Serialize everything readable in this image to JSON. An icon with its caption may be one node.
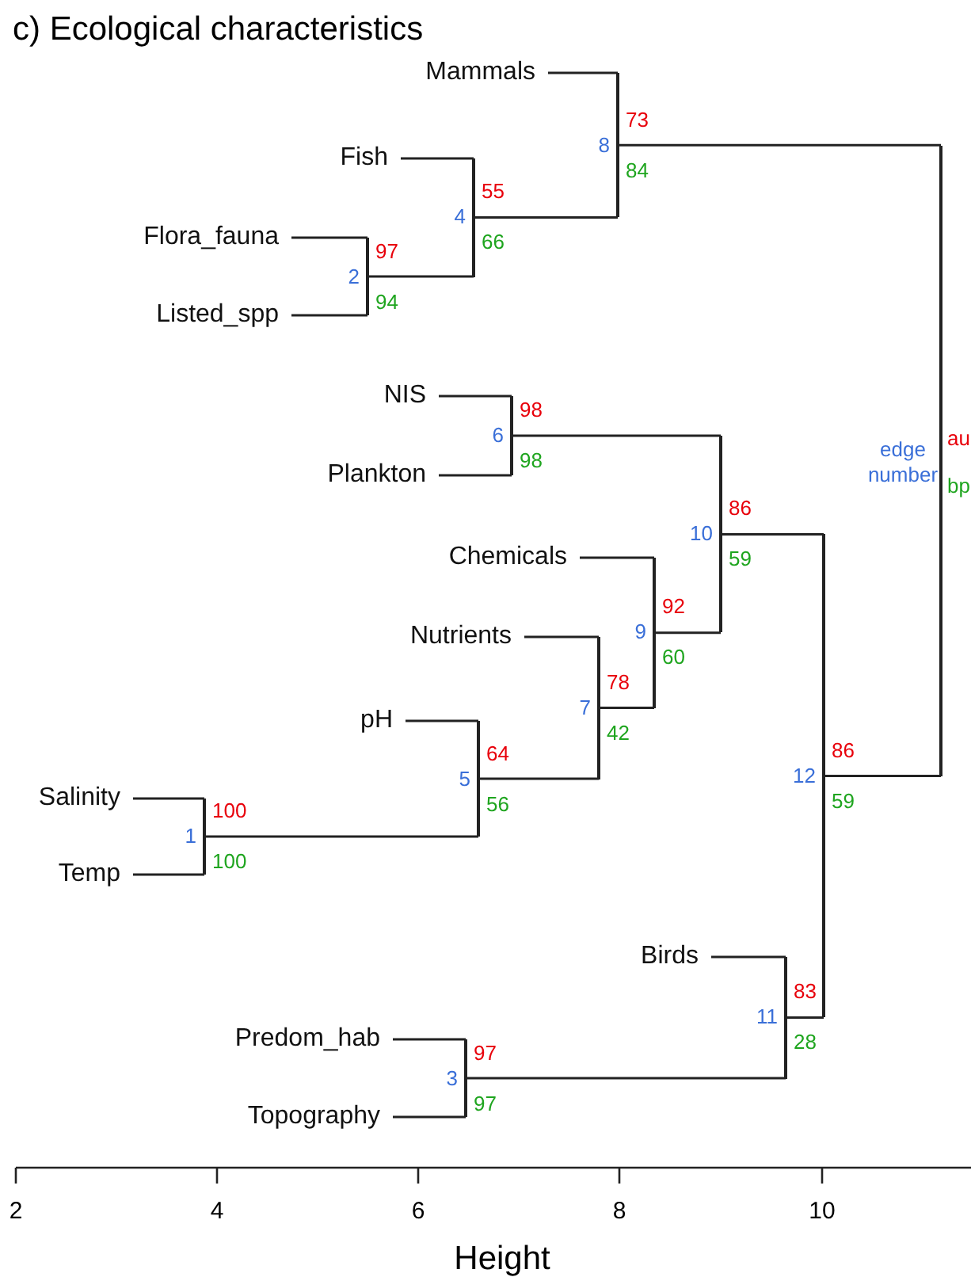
{
  "diagram": {
    "title": "c) Ecological characteristics",
    "nodes": [
      {
        "text": [
          "Mammals"
        ]
      },
      {
        "text": [
          "Fish"
        ]
      },
      {
        "text": [
          "Flora_fauna"
        ]
      },
      {
        "text": [
          "Listed_spp"
        ]
      },
      {
        "text": [
          "NIS"
        ]
      },
      {
        "text": [
          "Plankton"
        ]
      },
      {
        "text": [
          "Chemicals"
        ]
      },
      {
        "text": [
          "Nutrients"
        ]
      },
      {
        "text": [
          "pH"
        ]
      },
      {
        "text": [
          "Salinity"
        ]
      },
      {
        "text": [
          "Temp"
        ]
      },
      {
        "text": [
          "Birds"
        ]
      },
      {
        "text": [
          "Predom_hab"
        ]
      },
      {
        "text": [
          "Topography"
        ]
      },
      {
        "text": [],
        "shape": "bar",
        "beside": [
          "1",
          "100",
          "100"
        ]
      },
      {
        "text": [],
        "shape": "bar",
        "beside": [
          "2",
          "97",
          "94"
        ]
      },
      {
        "text": [],
        "shape": "bar",
        "beside": [
          "3",
          "97",
          "97"
        ]
      },
      {
        "text": [],
        "shape": "bar",
        "beside": [
          "4",
          "55",
          "66"
        ]
      },
      {
        "text": [],
        "shape": "bar",
        "beside": [
          "5",
          "64",
          "56"
        ]
      },
      {
        "text": [],
        "shape": "bar",
        "beside": [
          "6",
          "98",
          "98"
        ]
      },
      {
        "text": [],
        "shape": "bar",
        "beside": [
          "7",
          "78",
          "42"
        ]
      },
      {
        "text": [],
        "shape": "bar",
        "beside": [
          "8",
          "73",
          "84"
        ]
      },
      {
        "text": [],
        "shape": "bar",
        "beside": [
          "9",
          "92",
          "60"
        ]
      },
      {
        "text": [],
        "shape": "bar",
        "beside": [
          "10",
          "86",
          "59"
        ]
      },
      {
        "text": [],
        "shape": "bar",
        "beside": [
          "11",
          "83",
          "28"
        ]
      },
      {
        "text": [],
        "shape": "bar",
        "beside": [
          "12",
          "86",
          "59"
        ]
      },
      {
        "text": [],
        "shape": "bar"
      }
    ],
    "edges": [
      {
        "from": 9,
        "to": 14,
        "arrow": "none"
      },
      {
        "from": 10,
        "to": 14,
        "arrow": "none"
      },
      {
        "from": 2,
        "to": 15,
        "arrow": "none"
      },
      {
        "from": 3,
        "to": 15,
        "arrow": "none"
      },
      {
        "from": 12,
        "to": 16,
        "arrow": "none"
      },
      {
        "from": 13,
        "to": 16,
        "arrow": "none"
      },
      {
        "from": 1,
        "to": 17,
        "arrow": "none"
      },
      {
        "from": 15,
        "to": 17,
        "arrow": "none"
      },
      {
        "from": 8,
        "to": 18,
        "arrow": "none"
      },
      {
        "from": 14,
        "to": 18,
        "arrow": "none"
      },
      {
        "from": 4,
        "to": 19,
        "arrow": "none"
      },
      {
        "from": 5,
        "to": 19,
        "arrow": "none"
      },
      {
        "from": 7,
        "to": 20,
        "arrow": "none"
      },
      {
        "from": 18,
        "to": 20,
        "arrow": "none"
      },
      {
        "from": 0,
        "to": 21,
        "arrow": "none"
      },
      {
        "from": 17,
        "to": 21,
        "arrow": "none"
      },
      {
        "from": 6,
        "to": 22,
        "arrow": "none"
      },
      {
        "from": 20,
        "to": 22,
        "arrow": "none"
      },
      {
        "from": 19,
        "to": 23,
        "arrow": "none"
      },
      {
        "from": 22,
        "to": 23,
        "arrow": "none"
      },
      {
        "from": 11,
        "to": 24,
        "arrow": "none"
      },
      {
        "from": 16,
        "to": 24,
        "arrow": "none"
      },
      {
        "from": 23,
        "to": 25,
        "arrow": "none"
      },
      {
        "from": 24,
        "to": 25,
        "arrow": "none"
      },
      {
        "from": 21,
        "to": 26,
        "arrow": "none"
      },
      {
        "from": 25,
        "to": 26,
        "arrow": "none"
      }
    ],
    "labels": [
      "edge number",
      "au",
      "bp",
      "2",
      "4",
      "6",
      "8",
      "10",
      "Height"
    ]
  }
}
